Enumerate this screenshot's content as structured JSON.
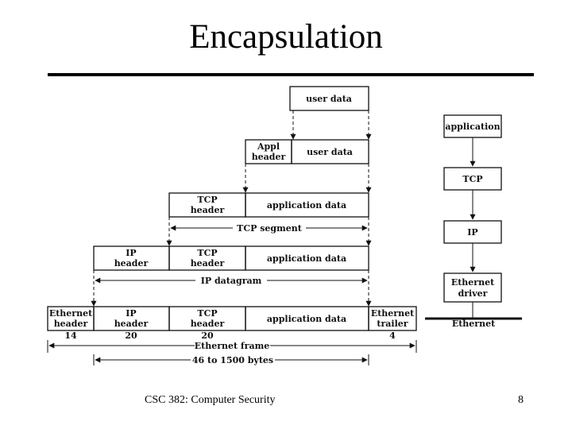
{
  "slide": {
    "title": "Encapsulation",
    "footer_course": "CSC 382: Computer Security",
    "page_number": "8"
  },
  "diagram": {
    "user_data": "user data",
    "appl_header": [
      "Appl",
      "header"
    ],
    "tcp_header": [
      "TCP",
      "header"
    ],
    "ip_header": [
      "IP",
      "header"
    ],
    "eth_header": [
      "Ethernet",
      "header"
    ],
    "eth_trailer": [
      "Ethernet",
      "trailer"
    ],
    "application_data": "application data",
    "tcp_segment": "TCP segment",
    "ip_datagram": "IP datagram",
    "ethernet_frame": "Ethernet frame",
    "frame_size": "46 to 1500 bytes",
    "sizes": [
      "14",
      "20",
      "20",
      "4"
    ],
    "stack": [
      "application",
      "TCP",
      "IP",
      "Ethernet driver"
    ],
    "stack_driver_lines": [
      "Ethernet",
      "driver"
    ],
    "wire_label": "Ethernet"
  }
}
